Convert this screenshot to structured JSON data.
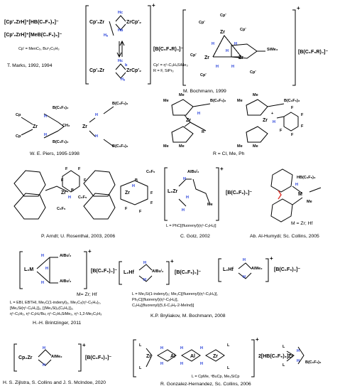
{
  "colors": {
    "hydride": "#1f39d8",
    "highlight": "#e0342c",
    "bond": "#000000"
  },
  "row1": {
    "marks": {
      "formula1": "[Cp'₂ZrH]⁺[HB(C₆F₅)₃]⁻",
      "formula2": "[Cp'₂ZrH]⁺[MeB(C₆F₅)₃]⁻",
      "cp_def": "Cp' = MenC₅, Buⁿ₂C₅H₃",
      "credit": "T. Marks, 1992, 1994"
    },
    "bochmann1": {
      "top_left": "Cp'₂Zr",
      "top_right": "ZrCp'₂",
      "h_a": "Hₐ",
      "h_b": "Hb",
      "h_c": "Hc",
      "bottom_left": "Cp'₂Zr",
      "bottom_right": "ZrCp'₂",
      "h_a2": "Hₐ",
      "h_b2": "b",
      "h_c2": "Hc",
      "plus": "+",
      "anion": "[B(C₆F₅R)₄]⁻",
      "def1": "Cp' = η⁵-C₅H₄SiMe₃",
      "def2": "R = F, SiPr₃",
      "credit": "M. Bochmann, 1999"
    },
    "bochmann2": {
      "cp_labels": [
        "Cp'",
        "Cp'",
        "Cp'",
        "Cp'",
        "Cp'",
        "Cp'"
      ],
      "zr": [
        "Zr",
        "Zr",
        "Zr"
      ],
      "h": [
        "H",
        "H",
        "H",
        "H",
        "H"
      ],
      "sime3": "SiMe₃",
      "plus": "+",
      "anion": "[B(C₆F₅R)₄]⁻"
    }
  },
  "row2": {
    "piers": {
      "cp_top": "Cp",
      "cp_bottom": "Cp",
      "zr1": "Zr",
      "zr2": "Zr",
      "h": [
        "H",
        "H",
        "H",
        "H"
      ],
      "b_top": "B(C₆F₅)₂",
      "b_bottom": "B(C₆F₅)₂",
      "ch2": "CH₂",
      "b2_top": "B(C₆F₅)₂",
      "b2_bottom": "B(C₆F₅)₂",
      "credit": "W. E. Piers, 1995-1998"
    },
    "zrcomp": {
      "zr": [
        "Zr",
        "Zr"
      ],
      "b": [
        "B(C₆F₅)₂",
        "B(C₆F₅)₂"
      ],
      "me": [
        "Me",
        "Me",
        "Me",
        "Me",
        "Me",
        "Me",
        "Me",
        "Me"
      ],
      "r": "R",
      "h": [
        "H",
        "H"
      ],
      "f": [
        "F",
        "F",
        "F",
        "F",
        "F"
      ],
      "plus": "+",
      "caption": "R = Cl, Me, Ph"
    }
  },
  "row3": {
    "arndt": {
      "zr": [
        "Zr",
        "Zr"
      ],
      "h": [
        "H",
        "H"
      ],
      "b": [
        "B",
        "B"
      ],
      "c6f5": [
        "C₆F₅",
        "C₆F₅",
        "C₆F₅"
      ],
      "f": [
        "F",
        "F",
        "F",
        "F",
        "F",
        "F",
        "F",
        "F"
      ],
      "credit": "P. Arndt; U. Rosenthal, 2003, 2006"
    },
    "gotz": {
      "l2zr": "L₂Zr",
      "albu": "AlBuⁱ₂",
      "h": [
        "H",
        "H",
        "H"
      ],
      "me": "Me",
      "plus": "+",
      "anion": "[B(C₆F₅)₄]⁻",
      "def": "L = PhC[(fluorenyl)(η⁵-C₅H₄)]",
      "credit": "C. Gotz, 2002"
    },
    "humydi": {
      "hb": "HB(C₆F₅)₃",
      "m": "M",
      "h": "H",
      "me": "Me",
      "caption": "M = Zr; Hf",
      "credit": "Ab. Al-Humydi; Sc. Collins, 2005"
    }
  },
  "row4": {
    "britzinger": {
      "l2m": "L₂M",
      "al_top": "AlBuⁱ₂",
      "al_bottom": "AlBuⁱ₂",
      "h": [
        "H",
        "H",
        "H"
      ],
      "plus": "+",
      "anion": "[B(C₆F₅)₄]⁻",
      "m_def": "M= Zr; Hf",
      "l_def1": "L = EBI, EBTHI, Me₂C(1-indenyl)₂, Me₂C₅(η⁵-C₅H₄)₂,",
      "l_def2": "[Me₂Si(η⁵-C₅H₃)]₂, [(Me₃Si)₂(C₅H₃)]₂,",
      "l_def3": "η⁵-C₅H₅, η⁵-C₅H₄ᵗBu, η⁵-C₅H₄SiMe₃, η⁵-1,2-Me₂C₅H₃",
      "credit": "H.-H. Brintzinger, 2011"
    },
    "bryliakov": {
      "l2hf_a": "L₂Hf",
      "albu": "AlBuⁱ₂",
      "l2hf_b": "L₂Hf",
      "alme": "AlMe₂",
      "h": [
        "H",
        "H",
        "H",
        "H"
      ],
      "plus": [
        "+",
        "+"
      ],
      "anion_a": "[B(C₆F₅)₄]⁻",
      "anion_b": "[B(C₆F₅)₄]⁻",
      "l_def1": "L = Me₂Si(1-indenyl)₂; Me₂C[(fluorenyl)(η⁵-C₅H₄)],",
      "l_def2": "Ph₂C[(fluorenyl)(η⁵-C₅H₄)],",
      "l_def3": "C₂H₄[(fluorenyl)(5,6-C₃H₆-2-MeInd)]",
      "credit": "K.P. Bryliakov, M. Bochmann, 2008"
    }
  },
  "row5": {
    "zijlstra": {
      "cp2zr": "Cp₂Zr",
      "alme": "AlMe₂",
      "h": [
        "H",
        "H"
      ],
      "plus": "+",
      "anion": "[B(C₆F₅)₄]⁻",
      "credit": "H. S. Zijlstra, S. Collins and J. S. McIndoe, 2020"
    },
    "gonzalez": {
      "l": [
        "L",
        "L",
        "L",
        "L",
        "L",
        "L"
      ],
      "zr": [
        "Zr",
        "Zr",
        "Zr"
      ],
      "al": [
        "Al",
        "Al"
      ],
      "h": [
        "H",
        "H",
        "H",
        "H",
        "H",
        "H",
        "H",
        "H"
      ],
      "plus": "+",
      "anion": "2[HB(C₆F₅)₃]⁻",
      "b": "B(C₆F₅)₂",
      "def": "L = CpMe, ⁿBuCp, Me₃SiCp",
      "credit": "R. Gonzalez-Hernandez, Sc. Collins, 2006"
    }
  }
}
